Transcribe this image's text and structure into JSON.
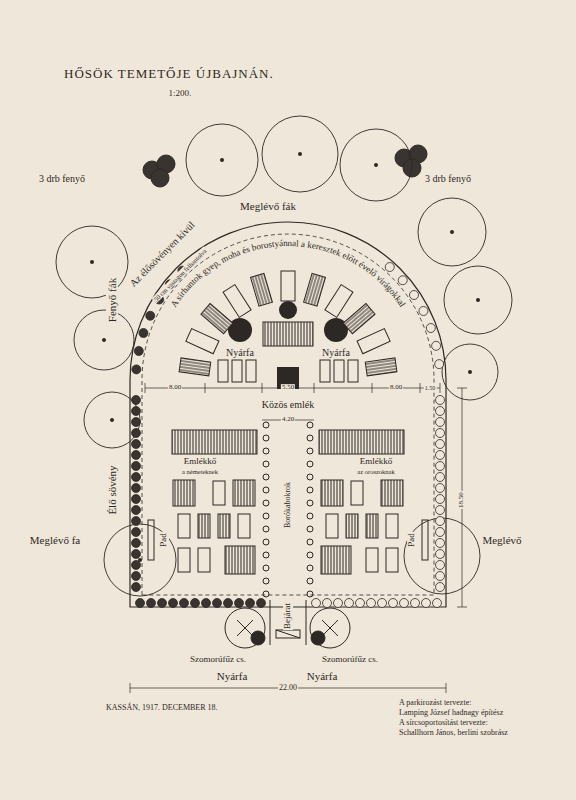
{
  "diagram": {
    "title": "HŐSÖK TEMETŐJE ÚJBAJNÁN.",
    "labels": [
      "1:200.",
      "3 drb fenyő",
      "3 drb fenyő",
      "Meglévő fák",
      "Az élősövényen kívül",
      "50 cm vastagon felhantolva",
      "A sírhantok gyep, moha és borostyánnal a keresztek előtt évelő virágokkal",
      "Fenyő fák",
      "Nyárfa",
      "Nyárfa",
      "8.00",
      "5.50",
      "8.00",
      "1.50",
      "Közös emlék",
      "4.20",
      "Emlékkő",
      "a németeknek",
      "Emlékkő",
      "az oroszoknak",
      "Borókabokrok",
      "18.50",
      "Élő sövény",
      "Pad",
      "Pad",
      "Meglévő fa",
      "Meglévő",
      "Bejárat",
      "Szomorúfűz cs.",
      "Szomorúfűz cs.",
      "Nyárfa",
      "Nyárfa",
      "22.00",
      "KASSÁN, 1917. DECEMBER 18.",
      "A parkirozást tervezte:",
      "Lamping József hadnagy építész",
      "A sírcsoportosítást tervezte:",
      "Schallhorn János, berlini szobrász"
    ]
  }
}
